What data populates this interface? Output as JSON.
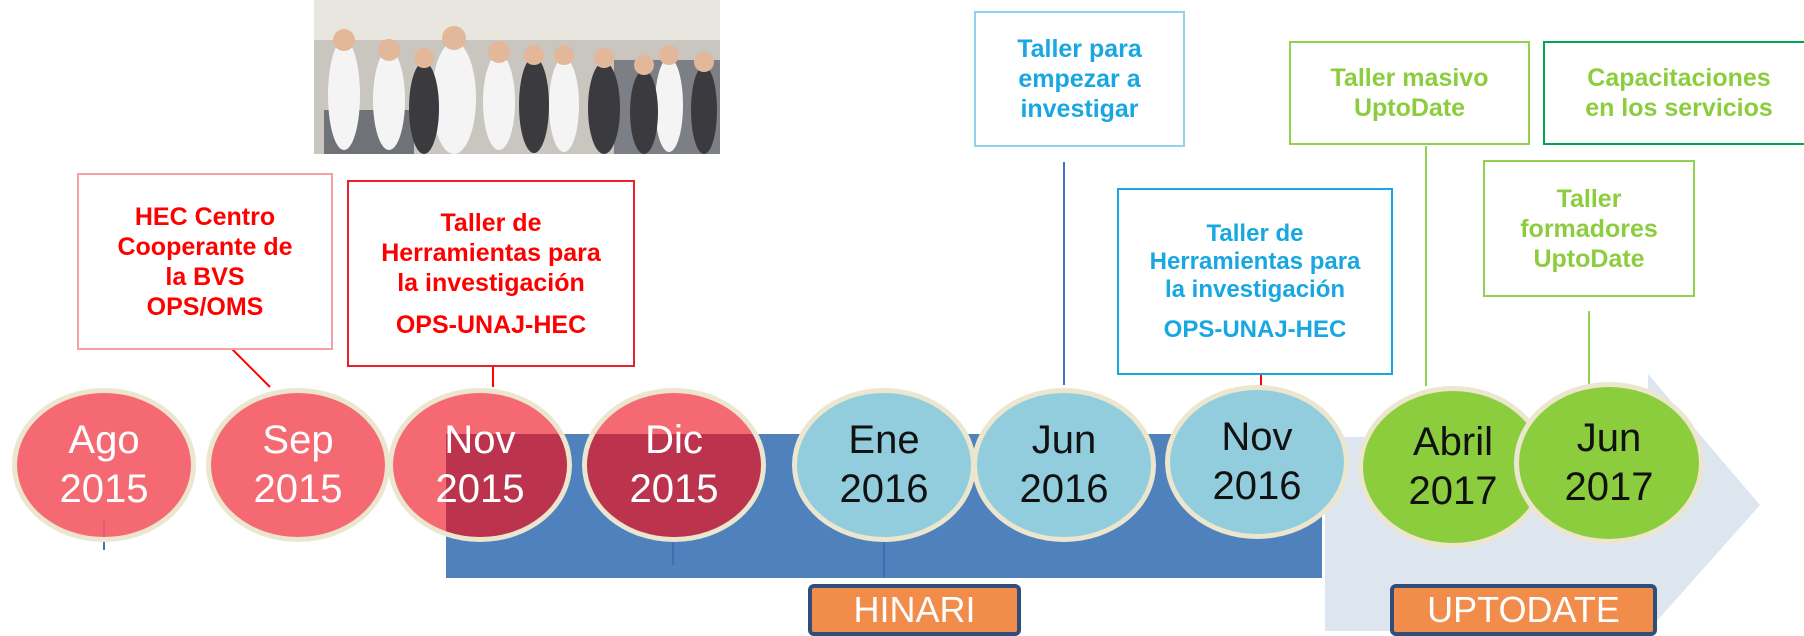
{
  "colors": {
    "red": "#ff0000",
    "red_circle": "#f45e68",
    "dark_overlay": "#a01838",
    "blue_text": "#18a7e0",
    "blue_circle": "#92cddd",
    "band": "#4f81bd",
    "green": "#8ccd3e",
    "green_dark": "#00a651",
    "arrow": "#dde6ef",
    "tag": "#f28c4b"
  },
  "photo": {
    "icon": "group-photo"
  },
  "events": [
    {
      "lines": [
        "HEC Centro",
        "Cooperante de",
        "la BVS",
        "OPS/OMS"
      ]
    },
    {
      "lines": [
        "Taller de",
        "Herramientas para",
        "la investigación"
      ],
      "sub": "OPS-UNAJ-HEC"
    },
    {
      "lines": [
        "Taller para",
        "empezar a",
        "investigar"
      ]
    },
    {
      "lines": [
        "Taller de",
        "Herramientas para",
        "la investigación"
      ],
      "sub": "OPS-UNAJ-HEC"
    },
    {
      "lines": [
        "Taller masivo",
        "UptoDate"
      ]
    },
    {
      "lines": [
        "Capacitaciones",
        "en los servicios"
      ]
    },
    {
      "lines": [
        "Taller",
        "formadores",
        "UptoDate"
      ]
    }
  ],
  "milestones": [
    {
      "month": "Ago",
      "year": "2015"
    },
    {
      "month": "Sep",
      "year": "2015"
    },
    {
      "month": "Nov",
      "year": "2015"
    },
    {
      "month": "Dic",
      "year": "2015"
    },
    {
      "month": "Ene",
      "year": "2016"
    },
    {
      "month": "Jun",
      "year": "2016"
    },
    {
      "month": "Nov",
      "year": "2016"
    },
    {
      "month": "Abril",
      "year": "2017"
    },
    {
      "month": "Jun",
      "year": "2017"
    }
  ],
  "tags": {
    "hinari": "HINARI",
    "uptodate": "UPTODATE"
  }
}
